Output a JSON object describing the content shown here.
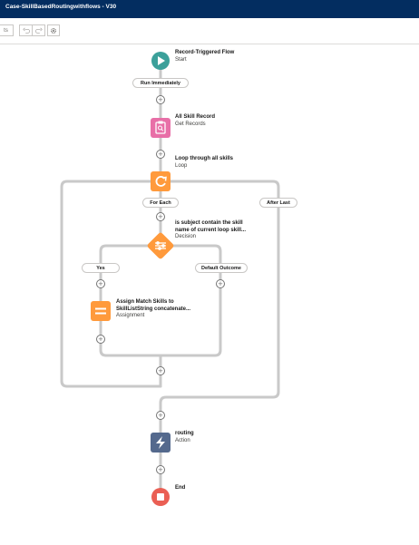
{
  "header": {
    "title": "Case-SkillBasedRoutingwithflows - V30"
  },
  "toolbar": {
    "partial_button_label": "ts",
    "undo_icon": "undo-icon",
    "redo_icon": "redo-icon",
    "settings_icon": "gear-icon"
  },
  "nodes": {
    "start": {
      "title": "Record-Triggered Flow",
      "type": "Start",
      "color": "#3ba09a",
      "icon": "play-icon"
    },
    "get_records": {
      "title": "All Skill Record",
      "type": "Get Records",
      "color": "#e86fa7",
      "icon": "clipboard-search-icon"
    },
    "loop": {
      "title": "Loop through all skills",
      "type": "Loop",
      "color": "#ff9a3c",
      "icon": "loop-icon"
    },
    "decision": {
      "title_line1": "is subject contain the skill",
      "title_line2": "name of current loop skill...",
      "type": "Decision",
      "color": "#ff9a3c",
      "icon": "decision-icon"
    },
    "assignment": {
      "title_line1": "Assign Match Skills to",
      "title_line2": "SkillListString concatenate...",
      "type": "Assignment",
      "color": "#ff9a3c",
      "icon": "assignment-icon"
    },
    "action": {
      "title": "routing",
      "type": "Action",
      "color": "#54698d",
      "icon": "lightning-icon"
    },
    "end": {
      "title": "End",
      "color": "#ea5f54",
      "icon": "stop-icon"
    }
  },
  "pills": {
    "run_immediately": "Run Immediately",
    "for_each": "For Each",
    "after_last": "After Last",
    "yes": "Yes",
    "default_outcome": "Default Outcome"
  },
  "connector_symbol": "+",
  "colors": {
    "header_bg": "#032d60",
    "connector": "#c9c9c9"
  }
}
